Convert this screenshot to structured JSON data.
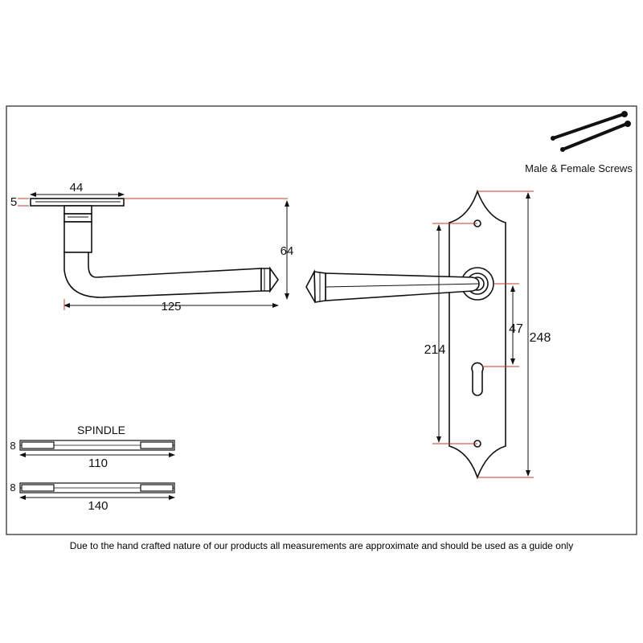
{
  "labels": {
    "screws": "Male & Female Screws",
    "spindle": "SPINDLE",
    "disclaimer": "Due to the hand crafted nature of our products all measurements are approximate and should be used as a guide only"
  },
  "dimensions": {
    "rose_width": "44",
    "rose_thickness": "5",
    "projection": "64",
    "lever_length": "125",
    "fixing_centres": "214",
    "centre_to_keyhole": "47",
    "plate_height": "248",
    "spindle_short_size": "8",
    "spindle_short_length": "110",
    "spindle_long_size": "8",
    "spindle_long_length": "140"
  },
  "colors": {
    "line": "#111111",
    "dimension_ext": "#c0392b"
  }
}
